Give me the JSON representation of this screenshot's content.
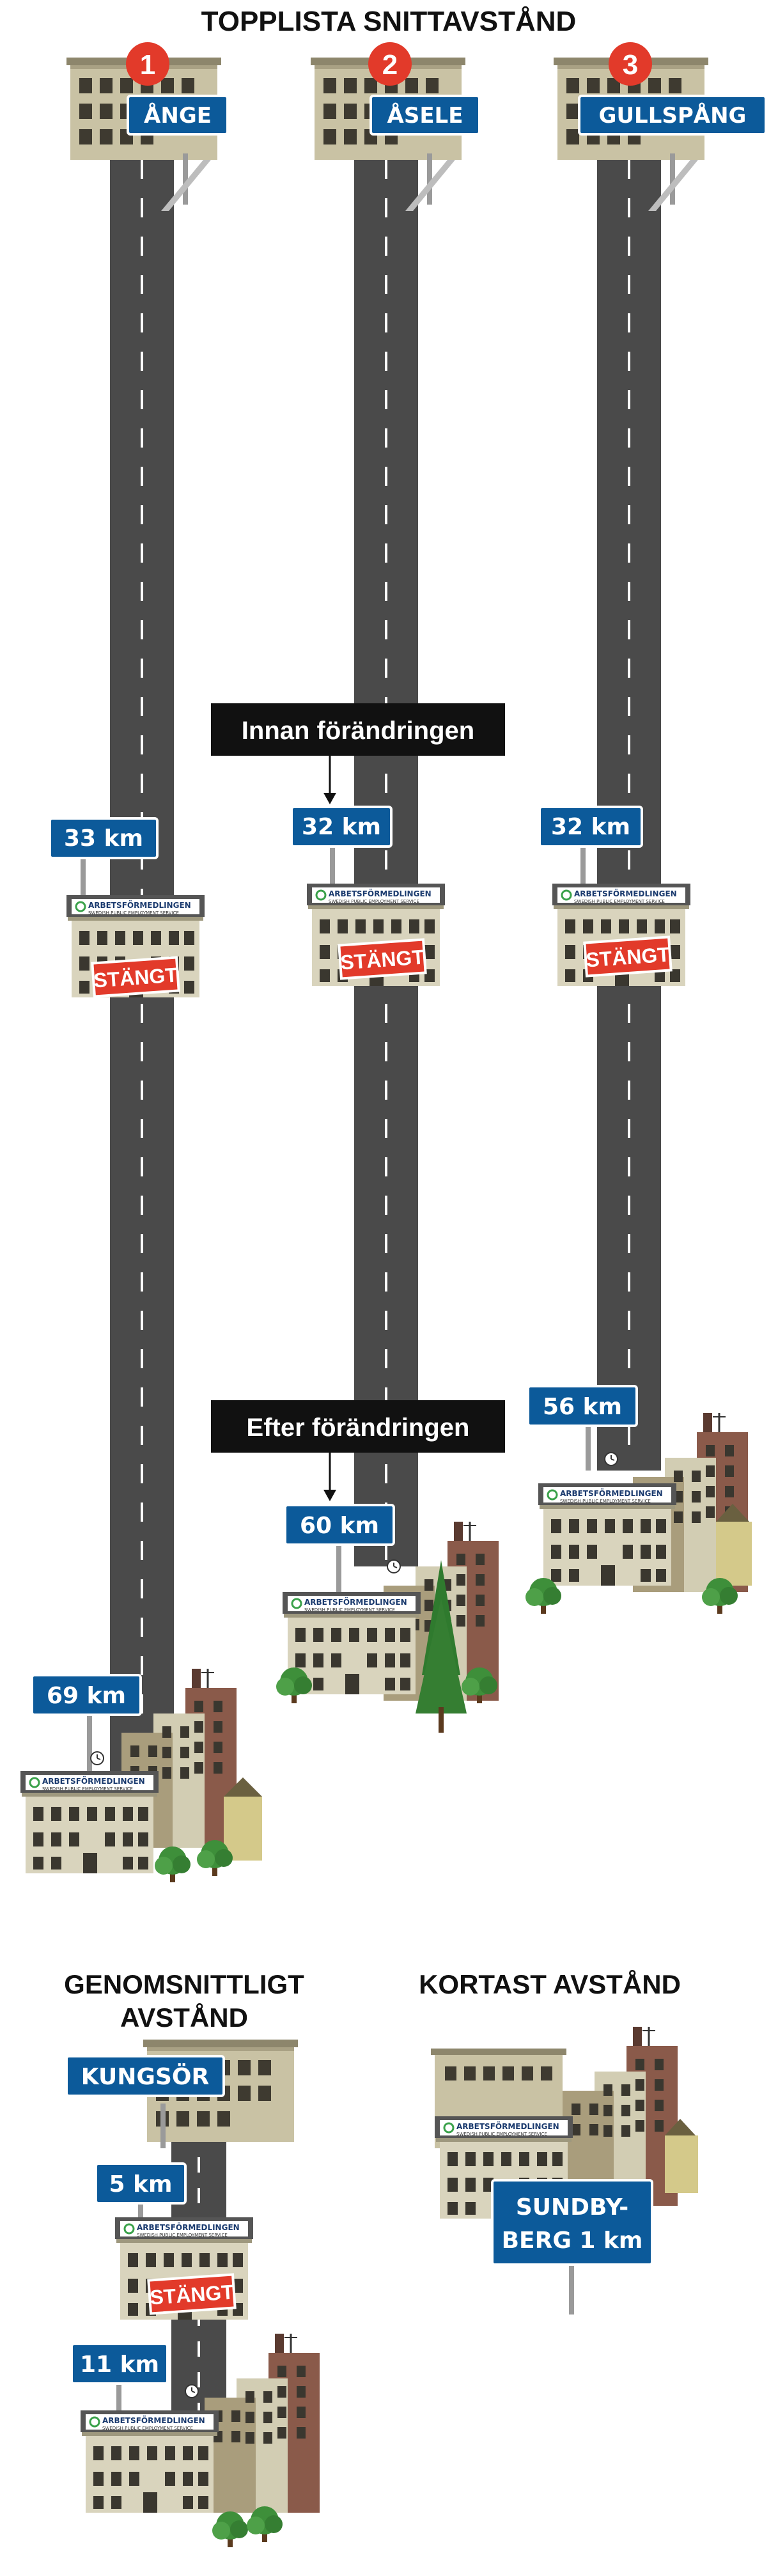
{
  "title": "TOPPLISTA SNITTAVSTÅND",
  "colors": {
    "road": "#4a4a4a",
    "sign_blue": "#0c5a9a",
    "stangt_red": "#e23a2a",
    "annotation_bg": "#111111",
    "building_beige": "#cfc9ae",
    "tree_green": "#3e8f3a"
  },
  "icons": [
    "old-building-icon",
    "office-building-icon",
    "tree-icon",
    "clock-icon",
    "rank-badge-icon"
  ],
  "columns": [
    {
      "rank": "1",
      "town": "ÅNGE",
      "before_km": "33 km",
      "after_km": "69 km"
    },
    {
      "rank": "2",
      "town": "ÅSELE",
      "before_km": "32 km",
      "after_km": "60 km"
    },
    {
      "rank": "3",
      "town": "GULLSPÅNG",
      "before_km": "32 km",
      "after_km": "56 km"
    }
  ],
  "annotations": {
    "before": "Innan förändringen",
    "after": "Efter förändringen"
  },
  "office": {
    "name": "ARBETSFÖRMEDLINGEN",
    "subtitle": "SWEDISH PUBLIC EMPLOYMENT SERVICE",
    "closed_label": "STÄNGT"
  },
  "average": {
    "title_line1": "GENOMSNITTLIGT",
    "title_line2": "AVSTÅND",
    "town": "KUNGSÖR",
    "before_km": "5 km",
    "after_km": "11 km"
  },
  "shortest": {
    "title": "KORTAST AVSTÅND",
    "sign_line1": "SUNDBY-",
    "sign_line2": "BERG 1 km"
  }
}
